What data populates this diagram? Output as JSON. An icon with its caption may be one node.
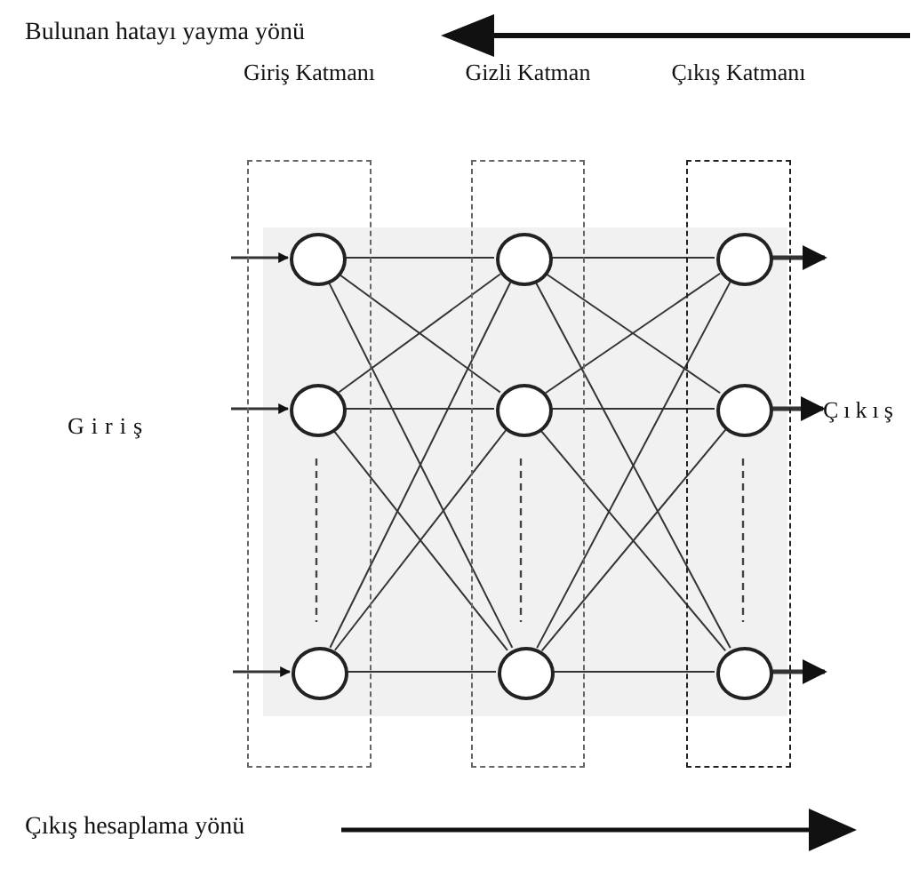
{
  "diagram": {
    "nodes": [
      {
        "text": [
          "Giriş Katmanı"
        ]
      },
      {
        "text": [],
        "shape": "circle",
        "in": 0
      },
      {
        "text": [],
        "shape": "circle",
        "in": 0
      },
      {
        "text": [],
        "shape": "circle",
        "in": 0
      },
      {
        "text": [
          "Gizli Katman"
        ]
      },
      {
        "text": [],
        "shape": "circle",
        "in": 4
      },
      {
        "text": [],
        "shape": "circle",
        "in": 4
      },
      {
        "text": [],
        "shape": "circle",
        "in": 4
      },
      {
        "text": [
          "Çıkış Katmanı"
        ]
      },
      {
        "text": [],
        "shape": "circle",
        "in": 8
      },
      {
        "text": [],
        "shape": "circle",
        "in": 8
      },
      {
        "text": [],
        "shape": "circle",
        "in": 8
      },
      {
        "text": [
          "Çıkış"
        ]
      }
    ],
    "edges": [
      {
        "from": null,
        "to": 1,
        "arrow": "to"
      },
      {
        "from": null,
        "to": 2,
        "arrow": "to"
      },
      {
        "from": null,
        "to": 3,
        "arrow": "to"
      },
      {
        "from": 1,
        "to": 5,
        "arrow": "none"
      },
      {
        "from": 1,
        "to": 6,
        "arrow": "none"
      },
      {
        "from": 1,
        "to": 7,
        "arrow": "none"
      },
      {
        "from": 2,
        "to": 5,
        "arrow": "none"
      },
      {
        "from": 2,
        "to": 6,
        "arrow": "none"
      },
      {
        "from": 2,
        "to": 7,
        "arrow": "none"
      },
      {
        "from": 3,
        "to": 5,
        "arrow": "none"
      },
      {
        "from": 3,
        "to": 6,
        "arrow": "none"
      },
      {
        "from": 3,
        "to": 7,
        "arrow": "none"
      },
      {
        "from": 5,
        "to": 9,
        "arrow": "none"
      },
      {
        "from": 5,
        "to": 10,
        "arrow": "none"
      },
      {
        "from": 5,
        "to": 11,
        "arrow": "none"
      },
      {
        "from": 6,
        "to": 9,
        "arrow": "none"
      },
      {
        "from": 6,
        "to": 10,
        "arrow": "none"
      },
      {
        "from": 6,
        "to": 11,
        "arrow": "none"
      },
      {
        "from": 7,
        "to": 9,
        "arrow": "none"
      },
      {
        "from": 7,
        "to": 10,
        "arrow": "none"
      },
      {
        "from": 7,
        "to": 11,
        "arrow": "none"
      },
      {
        "from": 9,
        "to": null,
        "arrow": "to",
        "style": "thick"
      },
      {
        "from": 10,
        "to": 12,
        "arrow": "to",
        "style": "thick"
      },
      {
        "from": 11,
        "to": null,
        "arrow": "to",
        "style": "thick"
      }
    ],
    "labels": [
      "Bulunan hatayı yayma yönü",
      "Giriş",
      "Çıkış hesaplama yönü"
    ]
  }
}
